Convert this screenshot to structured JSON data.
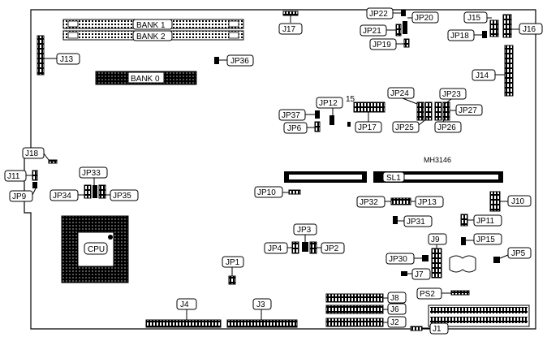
{
  "labels": {
    "bank1": "BANK 1",
    "bank2": "BANK 2",
    "bank0": "BANK 0",
    "j13": "J13",
    "j17": "J17",
    "jp36": "JP36",
    "jp22": "JP22",
    "jp20": "JP20",
    "jp21": "JP21",
    "jp19": "JP19",
    "j15": "J15",
    "j16": "J16",
    "jp18": "JP18",
    "j14": "J14",
    "jp24": "JP24",
    "jp23": "JP23",
    "jp27": "JP27",
    "jp25": "JP25",
    "jp26": "JP26",
    "jp12": "JP12",
    "num15": "15",
    "jp37": "JP37",
    "jp6": "JP6",
    "jp17": "JP17",
    "model": "MH3146",
    "j18": "J18",
    "j11": "J11",
    "jp9": "JP9",
    "jp33": "JP33",
    "jp34": "JP34",
    "jp35": "JP35",
    "jp10": "JP10",
    "sl1": "SL1",
    "jp32": "JP32",
    "jp13": "JP13",
    "j10": "J10",
    "jp31": "JP31",
    "jp11": "JP11",
    "jp3": "JP3",
    "jp4": "JP4",
    "jp2": "JP2",
    "j9": "J9",
    "jp15": "JP15",
    "jp5": "JP5",
    "cpu": "CPU",
    "jp1": "JP1",
    "jp30": "JP30",
    "j7": "J7",
    "j8": "J8",
    "ps2": "PS2",
    "j6": "J6",
    "j2": "J2",
    "j4": "J4",
    "j3": "J3",
    "j1": "J1"
  }
}
